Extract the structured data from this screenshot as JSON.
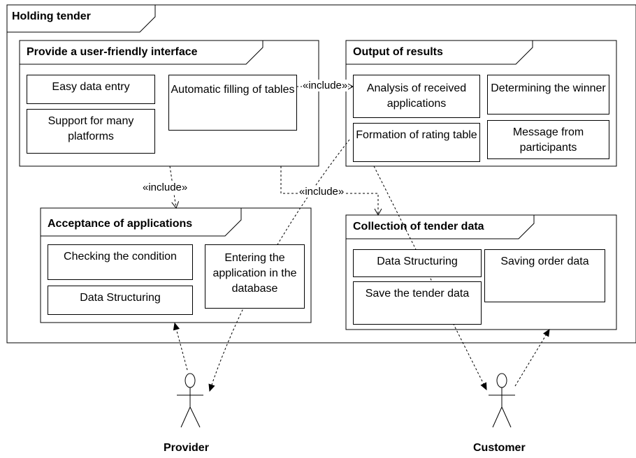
{
  "frame": {
    "title": "Holding tender"
  },
  "groups": {
    "interface": {
      "title": "Provide a user-friendly interface",
      "items": [
        "Easy data entry",
        "Support for many platforms",
        "Automatic filling of tables"
      ]
    },
    "results": {
      "title": "Output of results",
      "items": [
        "Analysis of received applications",
        "Determining the winner",
        "Formation of rating table",
        "Message from participants"
      ]
    },
    "acceptance": {
      "title": "Acceptance of applications",
      "items": [
        "Checking the condition",
        "Data Structuring",
        "Entering the application in the database"
      ]
    },
    "collection": {
      "title": "Collection of tender data",
      "items": [
        "Data Structuring",
        "Save the tender data",
        "Saving order data"
      ]
    }
  },
  "relations": {
    "include_1": "«include»",
    "include_2": "«include»",
    "include_3": "«include»"
  },
  "actors": {
    "provider": "Provider",
    "customer": "Customer"
  }
}
